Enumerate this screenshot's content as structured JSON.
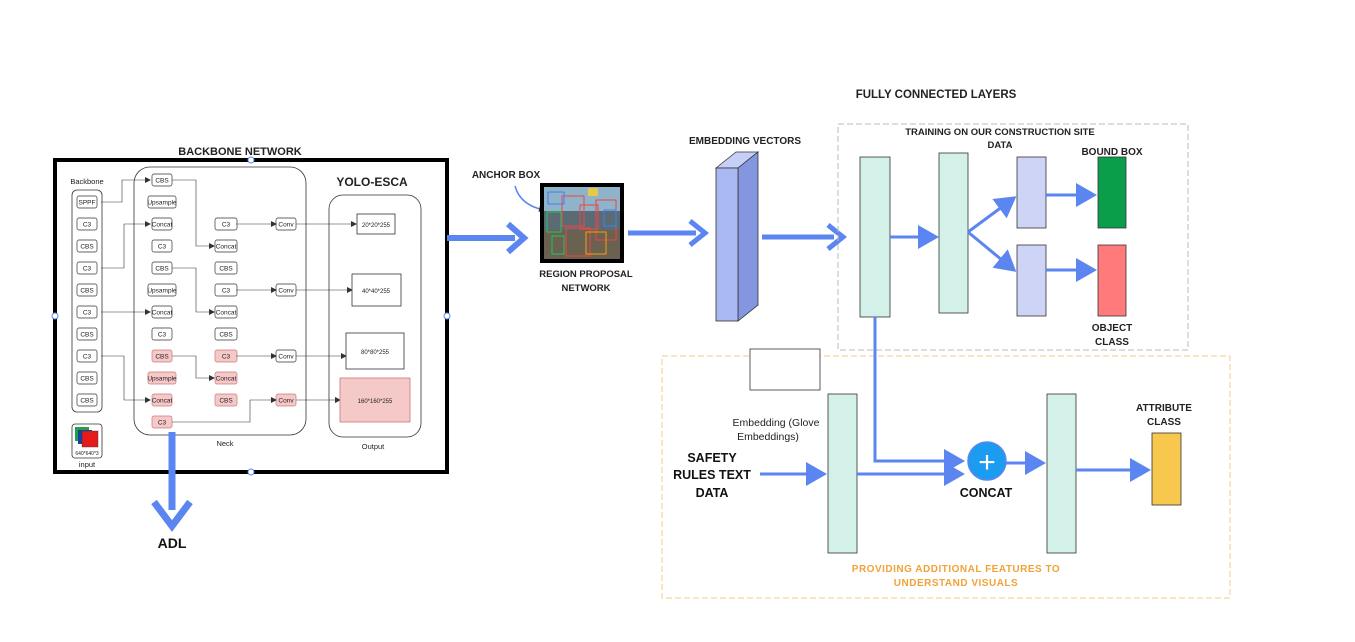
{
  "labels": {
    "backbone_network": "BACKBONE NETWORK",
    "yolo_esca": "YOLO-ESCA",
    "backbone": "Backbone",
    "neck": "Neck",
    "output": "Output",
    "input": "input",
    "input_size": "640*640*3",
    "adl": "ADL",
    "anchor_box": "ANCHOR BOX",
    "rpn_line1": "REGION PROPOSAL",
    "rpn_line2": "NETWORK",
    "embedding_vectors": "EMBEDDING VECTORS",
    "fully_connected_layers": "FULLY CONNECTED LAYERS",
    "training_line1": "TRAINING ON OUR CONSTRUCTION SITE",
    "training_line2": "DATA",
    "bound_box": "BOUND BOX",
    "object_line1": "OBJECT",
    "object_line2": "CLASS",
    "embedding_glove_line1": "Embedding (Glove",
    "embedding_glove_line2": "Embeddings)",
    "safety_line1": "SAFETY",
    "safety_line2": "RULES TEXT",
    "safety_line3": "DATA",
    "concat": "CONCAT",
    "concat_symbol": "+",
    "attribute_line1": "ATTRIBUTE",
    "attribute_line2": "CLASS",
    "providing_line1": "PROVIDING ADDITIONAL FEATURES TO",
    "providing_line2": "UNDERSTAND VISUALS"
  },
  "backbone_blocks": [
    "SPPF",
    "C3",
    "CBS",
    "C3",
    "CBS",
    "C3",
    "CBS",
    "C3",
    "CBS",
    "CBS"
  ],
  "neck_col1": [
    "CBS",
    "Upsample",
    "Concat",
    "C3",
    "CBS",
    "Upsample",
    "Concat",
    "C3",
    "CBS",
    "Upsample",
    "Concat",
    "C3"
  ],
  "neck_col2": [
    "C3",
    "Concat",
    "CBS",
    "C3",
    "Concat",
    "CBS",
    "C3",
    "Concat",
    "CBS"
  ],
  "conv_blocks": [
    "Conv",
    "Conv",
    "Conv",
    "Conv"
  ],
  "output_blocks": [
    "20*20*255",
    "40*40*255",
    "80*80*255",
    "160*160*255"
  ],
  "colors": {
    "arrow": "#5b85f0",
    "embedding_vector": "#a9b8f2",
    "fc_layer": "#d3f1e8",
    "fc_small": "#cdd4f6",
    "bound_box": "#0a9e4b",
    "object_class": "#ff7b7b",
    "attribute_class": "#f8c84e",
    "concat_circle": "#1b9cf0",
    "highlight": "#f6c9c9",
    "orange_text": "#f1a238"
  }
}
